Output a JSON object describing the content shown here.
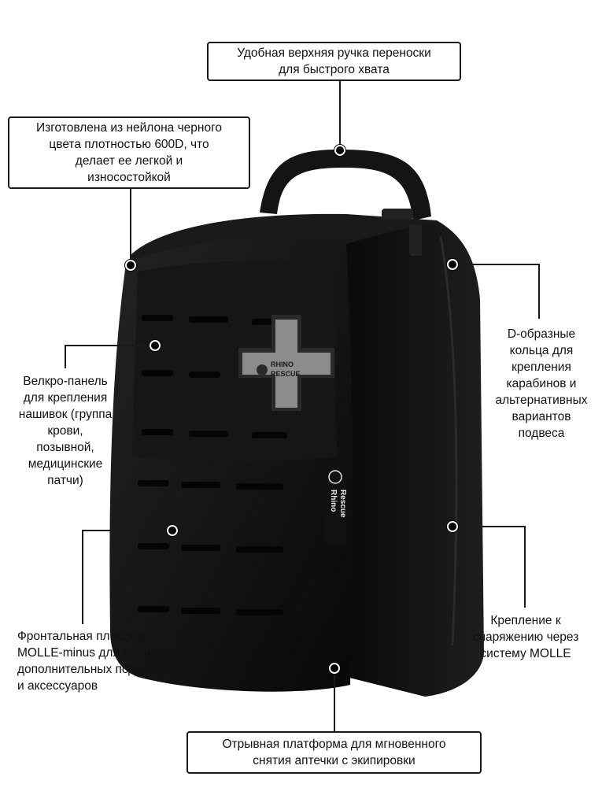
{
  "callouts": {
    "handle": [
      "Удобная верхняя ручка переноски",
      "для быстрого хвата"
    ],
    "material": [
      "Изготовлена из нейлона черного",
      "цвета плотностью 600D, что",
      "делает ее легкой и",
      "износостойкой"
    ],
    "velcro": [
      "Велкро-панель",
      "для крепления",
      "нашивок (группа",
      "крови,",
      "позывной,",
      "медицинские",
      "патчи)"
    ],
    "d_rings": [
      "D-образные",
      "кольца для",
      "крепления",
      "карабинов и",
      "альтернативных",
      "вариантов",
      "подвеса"
    ],
    "molle_front": [
      "Фронтальная площадка",
      "MOLLE-minus для установки",
      "дополнительных подсумков",
      "и аксессуаров"
    ],
    "molle_attach": [
      "Крепление к",
      "снаряжению через",
      "систему MOLLE"
    ],
    "platform": [
      "Отрывная платформа для мгновенного",
      "снятия аптечки с экипировки"
    ]
  },
  "product": {
    "patch_brand": [
      "RHINO",
      "RESCUE"
    ],
    "label_brand": [
      "Rhino",
      "Rescue"
    ]
  },
  "colors": {
    "bag_dark": "#0d0d0d",
    "bag_mid": "#1c1c1c",
    "patch_gray": "#8c8c8c",
    "line": "#1a1a1a"
  }
}
